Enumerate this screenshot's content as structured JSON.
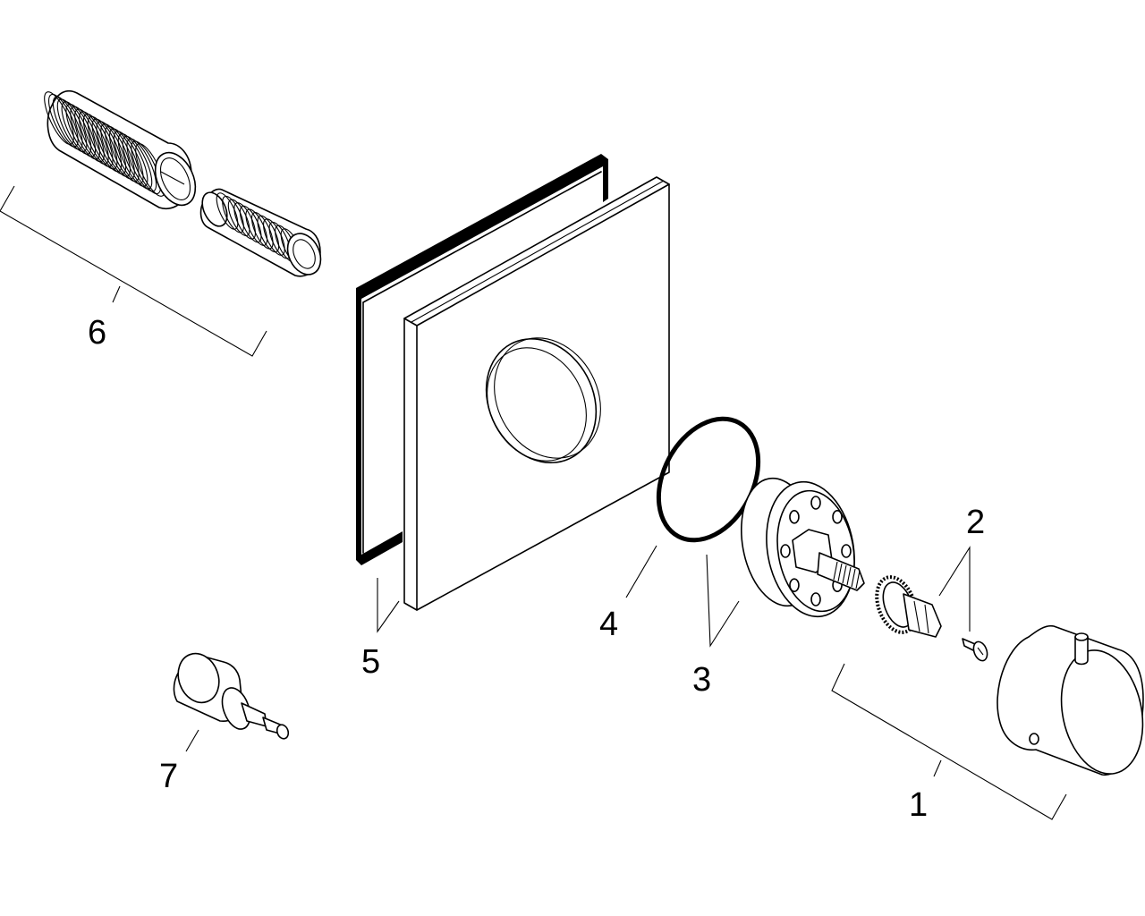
{
  "callouts": {
    "c1": "1",
    "c2": "2",
    "c3": "3",
    "c4": "4",
    "c5": "5",
    "c6": "6",
    "c7": "7"
  },
  "line_color": "#000000",
  "background": "#ffffff"
}
